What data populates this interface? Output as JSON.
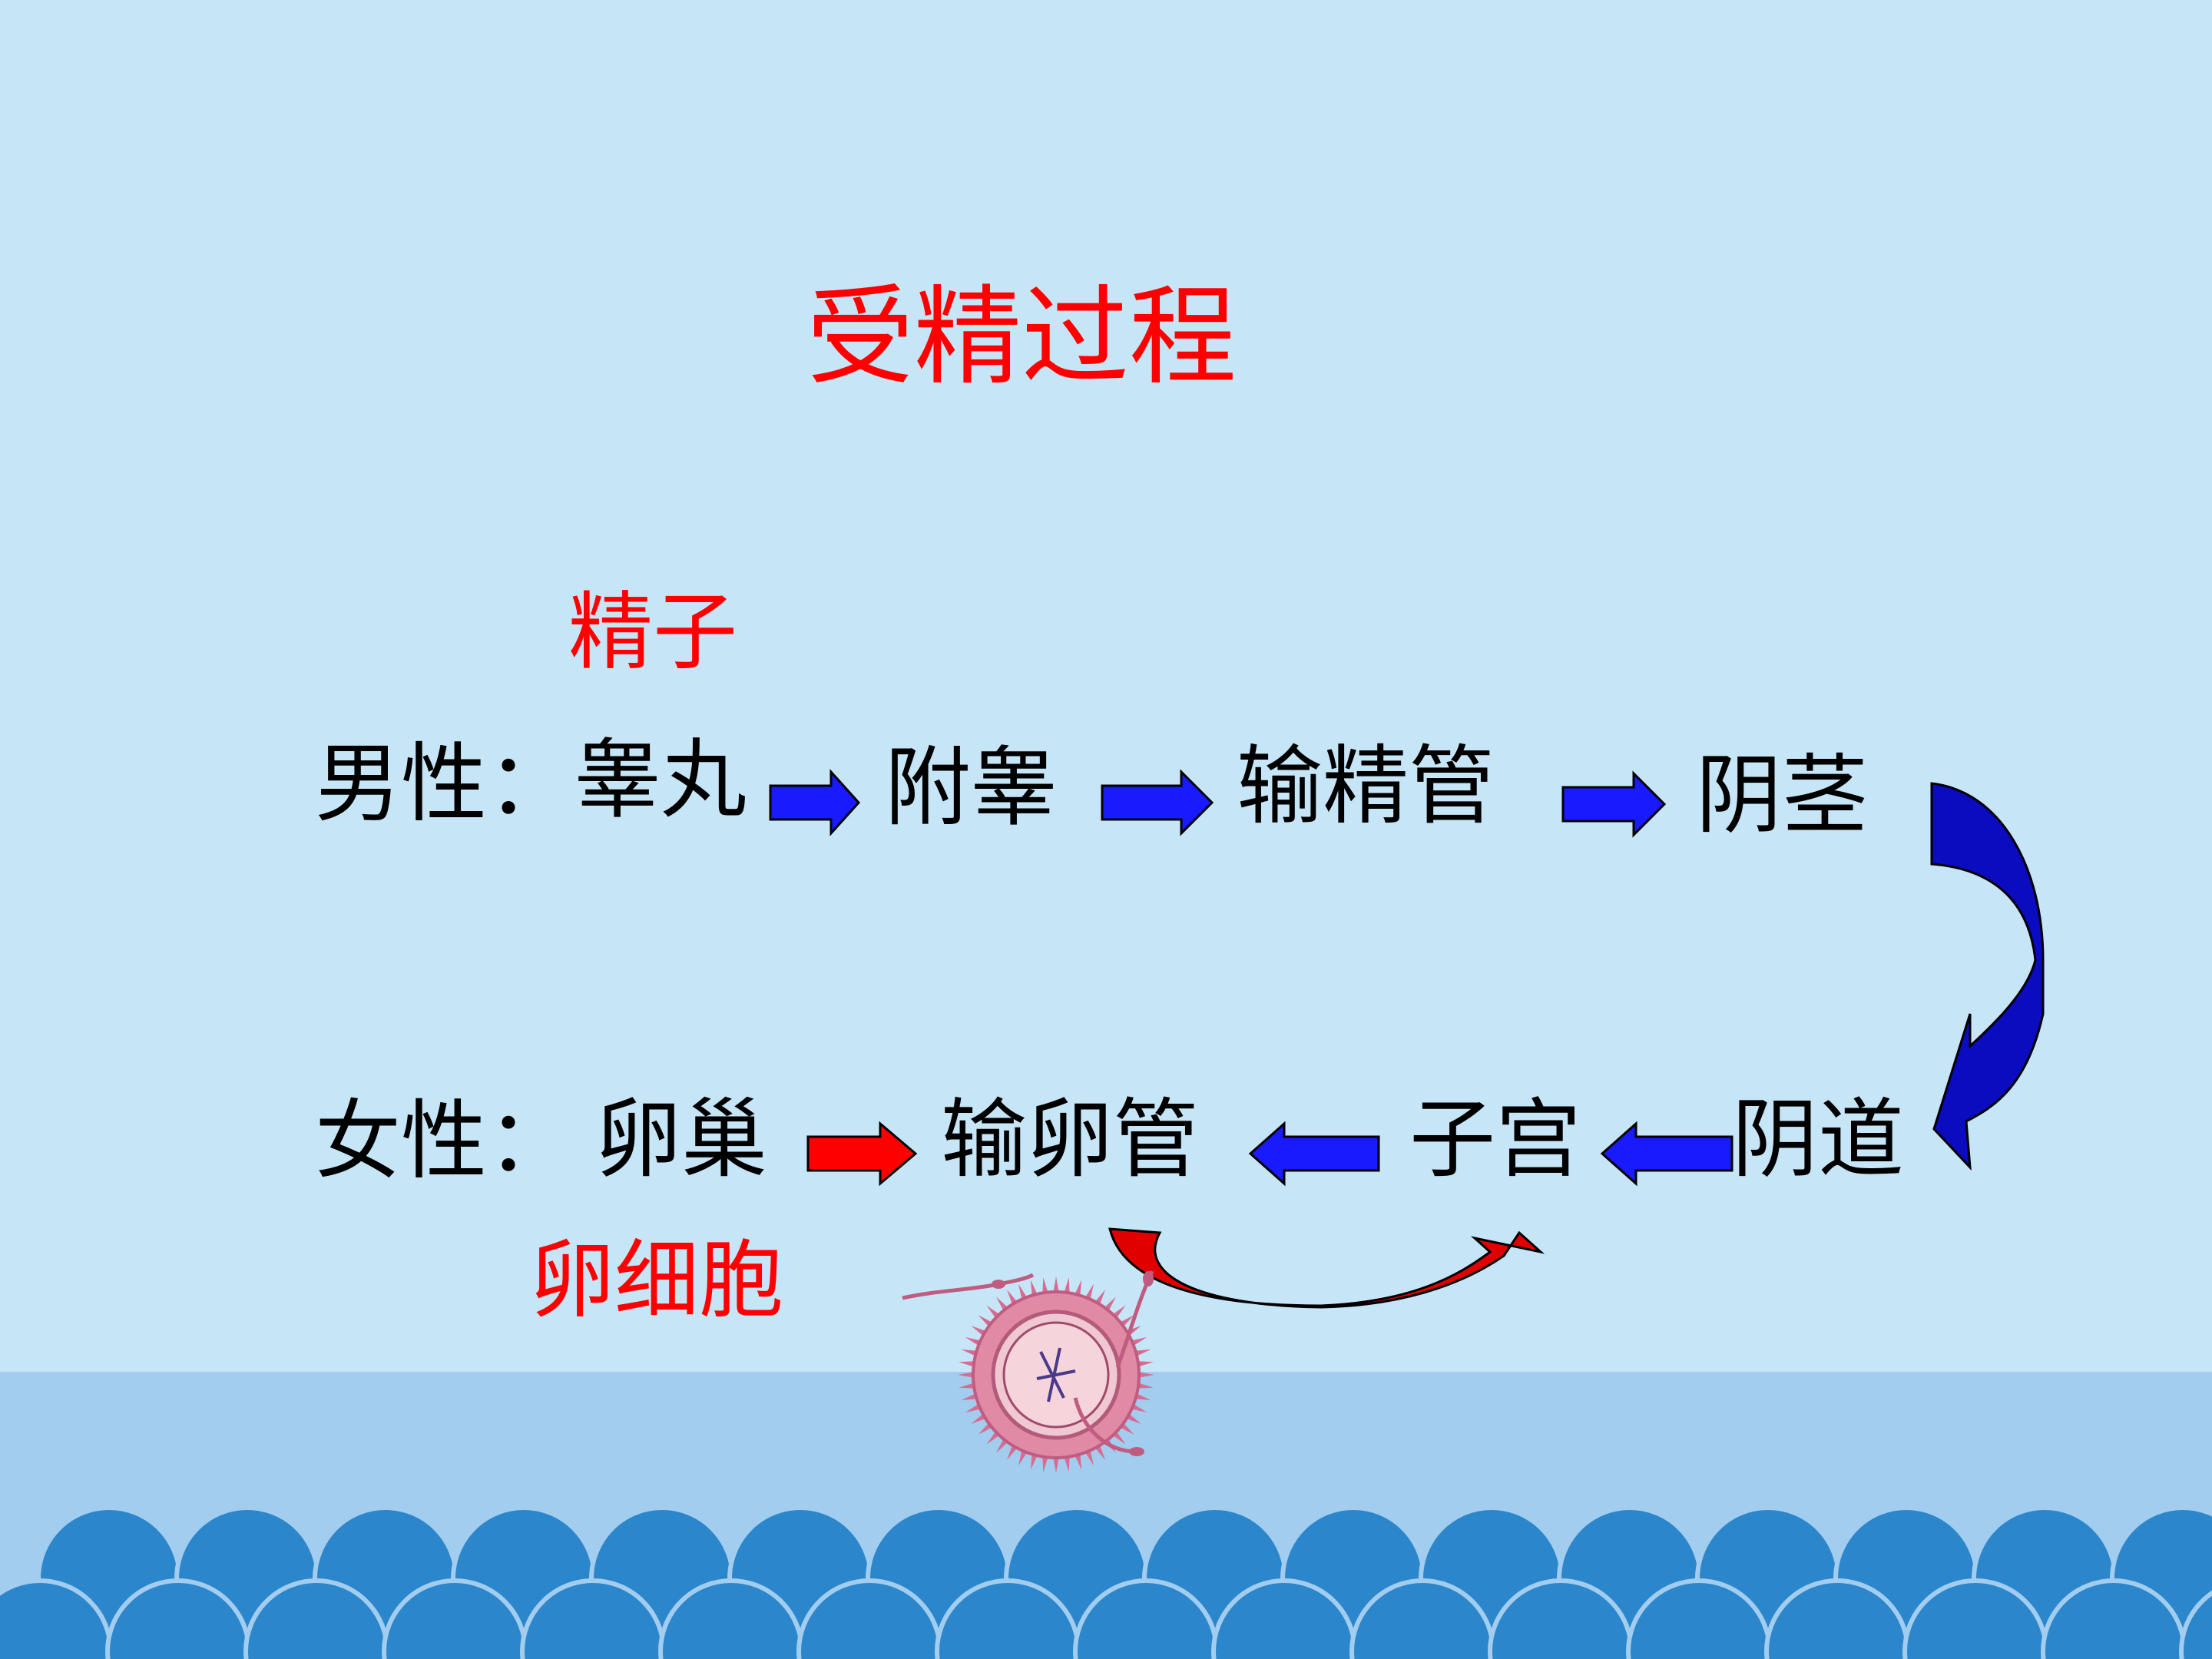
{
  "title": "受精过程",
  "sperm_label": "精子",
  "egg_label": "卵细胞",
  "male": {
    "label": "男性：",
    "steps": [
      "睾丸",
      "附睾",
      "输精管",
      "阴茎"
    ]
  },
  "female": {
    "label": "女性：",
    "steps": [
      "卵巢",
      "输卵管",
      "子宫",
      "阴道"
    ]
  },
  "colors": {
    "background": "#c6e6f7",
    "band": "#a2cdee",
    "scallop": "#2b86cc",
    "title": "#ff0000",
    "blue_arrow": "#1a1aff",
    "red_arrow": "#ff0000",
    "text": "#000000"
  },
  "icons": [
    "egg-cell-with-sperm-icon"
  ]
}
